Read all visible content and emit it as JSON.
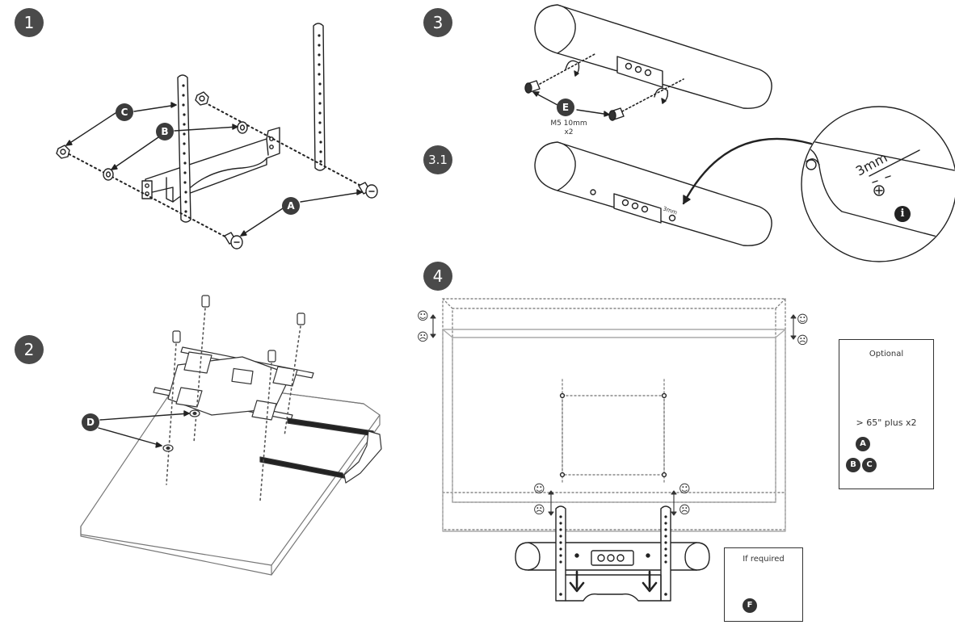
{
  "steps": {
    "step1": "1",
    "step2": "2",
    "step3": "3",
    "step3_1": "3.1",
    "step4": "4"
  },
  "callouts": {
    "a": "A",
    "b": "B",
    "c": "C",
    "d": "D",
    "e": "E",
    "f": "F"
  },
  "step3": {
    "screw_spec": "M5 10mm",
    "quantity": "x2"
  },
  "step3_1": {
    "gap_label_small": "3mm",
    "gap_label_large": "3mm",
    "info_icon": "info-icon"
  },
  "optional_box": {
    "title": "Optional",
    "size_label": "> 65\" plus x2",
    "a": "A",
    "b": "B",
    "c": "C"
  },
  "if_required_box": {
    "title": "If required",
    "f": "F"
  },
  "icons": {
    "happy": "smiley-face-icon",
    "sad": "sad-face-icon",
    "hex_key": "hex-key-icon",
    "screw": "screw-icon",
    "washer": "washer-icon",
    "nut": "nut-icon"
  }
}
